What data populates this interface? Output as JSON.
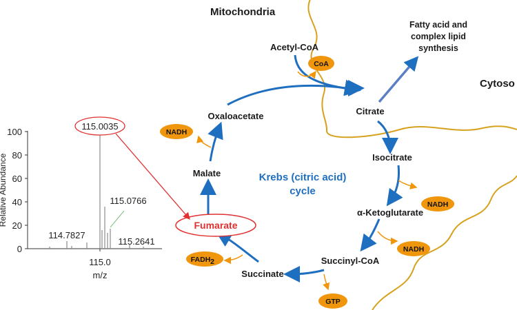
{
  "regions": {
    "mitochondria": "Mitochondria",
    "cytosol": "Cytoso",
    "fatty_acid_line1": "Fatty acid and",
    "fatty_acid_line2": "complex lipid",
    "fatty_acid_line3": "synthesis"
  },
  "cycle": {
    "title_line1": "Krebs (citric acid)",
    "title_line2": "cycle",
    "metabolites": {
      "acetyl_coa": "Acetyl-CoA",
      "citrate": "Citrate",
      "isocitrate": "Isocitrate",
      "ketoglutarate": "α-Ketoglutarate",
      "succinyl_coa": "Succinyl-CoA",
      "succinate": "Succinate",
      "fumarate": "Fumarate",
      "malate": "Malate",
      "oxaloacetate": "Oxaloacetate"
    },
    "cofactors": {
      "coa": "CoA",
      "nadh_isocitrate": "NADH",
      "nadh_ketoglutarate": "NADH",
      "nadh_malate": "NADH",
      "fadh2": "FADH",
      "fadh2_sub": "2",
      "gtp": "GTP"
    }
  },
  "spectrum": {
    "peak_label": "115.0035",
    "label_1": "115.0766",
    "label_2": "114.7827",
    "label_3": "115.2641",
    "ylabel": "Relative Abundance",
    "xlabel": "m/z",
    "x_tick": "115.0",
    "y_ticks": [
      "100",
      "80",
      "60",
      "40",
      "20",
      "0"
    ]
  },
  "colors": {
    "arrow": "#1f6fc0",
    "pill": "#f0960c",
    "highlight": "#e03030",
    "membrane": "#d6a21e"
  }
}
